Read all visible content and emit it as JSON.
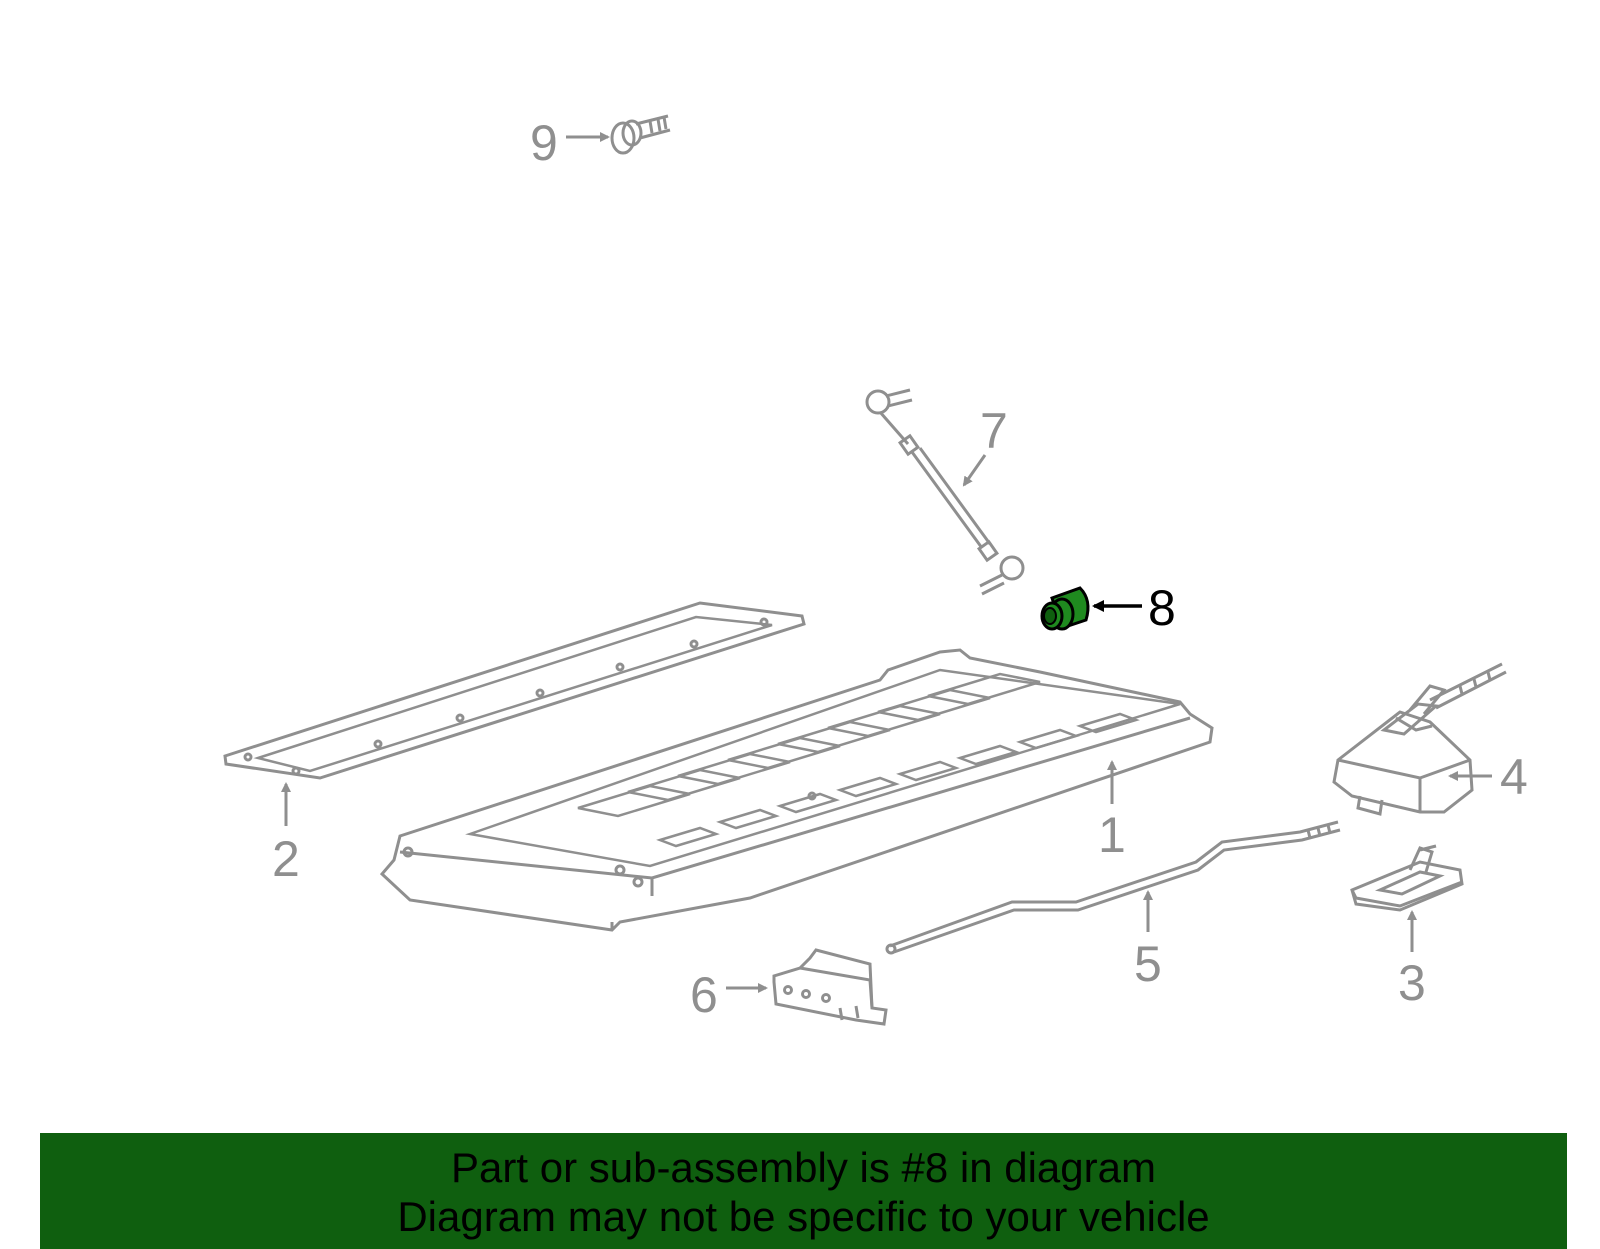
{
  "diagram": {
    "highlighted_part": "8",
    "colors": {
      "line": "#8f8f8f",
      "active": "#000000",
      "highlight": "#1f8a1f",
      "banner": "#0f5f0f"
    },
    "callouts": [
      {
        "id": "p1",
        "label": "1"
      },
      {
        "id": "p2",
        "label": "2"
      },
      {
        "id": "p3",
        "label": "3"
      },
      {
        "id": "p4",
        "label": "4"
      },
      {
        "id": "p5",
        "label": "5"
      },
      {
        "id": "p6",
        "label": "6"
      },
      {
        "id": "p7",
        "label": "7"
      },
      {
        "id": "p8",
        "label": "8"
      },
      {
        "id": "p9",
        "label": "9"
      }
    ]
  },
  "banner": {
    "line1": "Part or sub-assembly is #8 in diagram",
    "line2": "Diagram may not be specific to your vehicle"
  }
}
